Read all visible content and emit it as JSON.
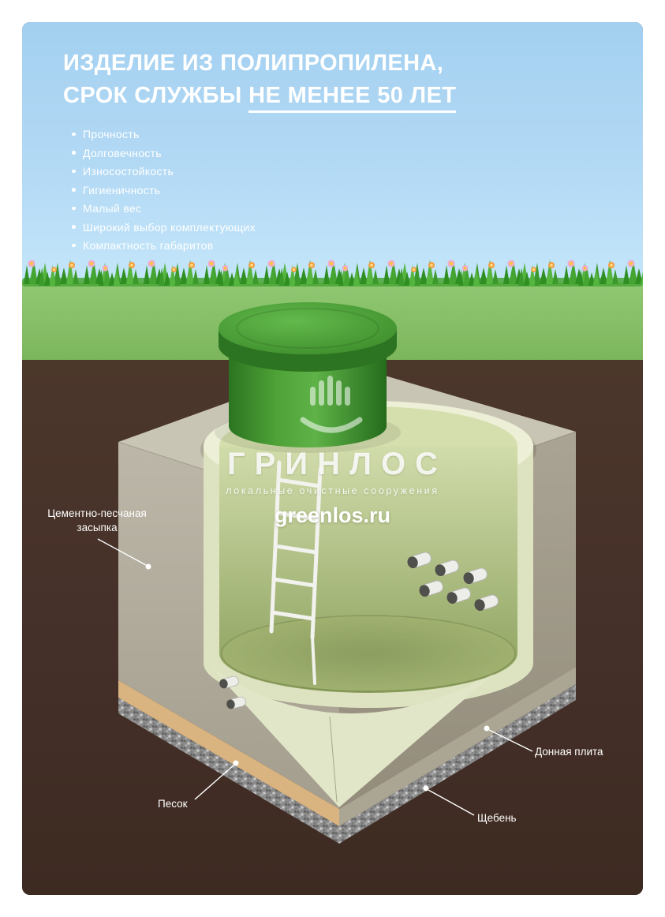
{
  "header": {
    "title_line1": "ИЗДЕЛИЕ ИЗ ПОЛИПРОПИЛЕНА,",
    "title_line2_prefix": "СРОК СЛУЖБЫ ",
    "title_line2_underlined": "НЕ МЕНЕЕ 50 ЛЕТ"
  },
  "features": [
    "Прочность",
    "Долговечность",
    "Износостойкость",
    "Гигиеничность",
    "Малый вес",
    "Широкий выбор комплектующих",
    "Компактность габаритов"
  ],
  "watermark": {
    "brand": "ГРИНЛОС",
    "tagline": "локальные очистные сооружения",
    "site": "greenlos.ru"
  },
  "annotations": {
    "cement_backfill": "Цементно-песчаная засыпка",
    "bottom_plate": "Донная плита",
    "sand": "Песок",
    "gravel": "Щебень"
  },
  "colors": {
    "sky_blue": "#a9d4f0",
    "ground_green": "#84c066",
    "grass_green": "#46a332",
    "earth_brown": "#46312a",
    "lid_green": "#4a9c35",
    "tank_cream": "#e3e8c8",
    "backfill_gray": "#b7b2a3",
    "sand_tan": "#d9b480",
    "gravel_gray": "#8a8a8a",
    "text_white": "#ffffff"
  }
}
